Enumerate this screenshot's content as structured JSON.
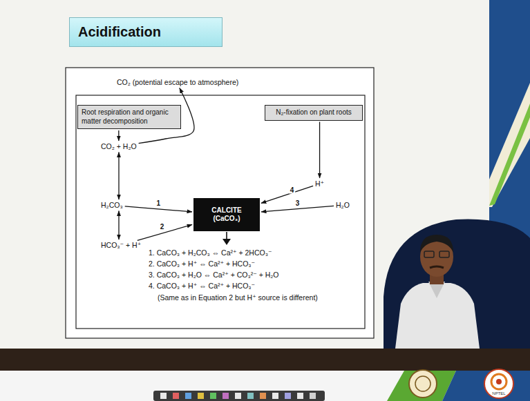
{
  "diagram": {
    "title": "Acidification",
    "nodes": [
      {
        "text": [
          "CO₂ (potential escape to atmosphere)"
        ]
      },
      {
        "text": [
          "Root respiration and organic matter decomposition"
        ]
      },
      {
        "text": [
          "N₂-fixation on plant roots"
        ]
      },
      {
        "text": [
          "CO₂ + H₂O"
        ]
      },
      {
        "text": [
          "H⁺"
        ]
      },
      {
        "text": [
          "H₂CO₃"
        ]
      },
      {
        "text": [
          "CALCITE (CaCO₃)"
        ]
      },
      {
        "text": [
          "H₂O"
        ]
      },
      {
        "text": [
          "HCO₃⁻ + H⁺"
        ]
      }
    ],
    "edges": [
      {
        "from": 1,
        "to": 3,
        "arrow": "to"
      },
      {
        "from": 3,
        "to": 0,
        "arrow": "to"
      },
      {
        "from": 2,
        "to": 4,
        "arrow": "to"
      },
      {
        "from": 3,
        "to": 5,
        "arrow": "both"
      },
      {
        "from": 5,
        "to": 8,
        "arrow": "both"
      },
      {
        "from": 5,
        "to": 6,
        "label": "1",
        "arrow": "to"
      },
      {
        "from": 8,
        "to": 6,
        "label": "2",
        "arrow": "to"
      },
      {
        "from": 7,
        "to": 6,
        "label": "3",
        "arrow": "to"
      },
      {
        "from": 4,
        "to": 6,
        "label": "4",
        "arrow": "to"
      }
    ],
    "labels": [
      "1. CaCO₃ + H₂CO₃ ⇔ Ca²⁺ + 2HCO₃⁻",
      "2. CaCO₃ + H⁺ ⇔ Ca²⁺ + HCO₃⁻",
      "3. CaCO₃ + H₂O ⇔ Ca²⁺ + CO₃²⁻ + H₂O",
      "4. CaCO₃ + H⁺ ⇔ Ca²⁺ + HCO₃⁻",
      "(Same as in Equation 2 but H⁺ source is different)",
      "NPTEL"
    ]
  }
}
